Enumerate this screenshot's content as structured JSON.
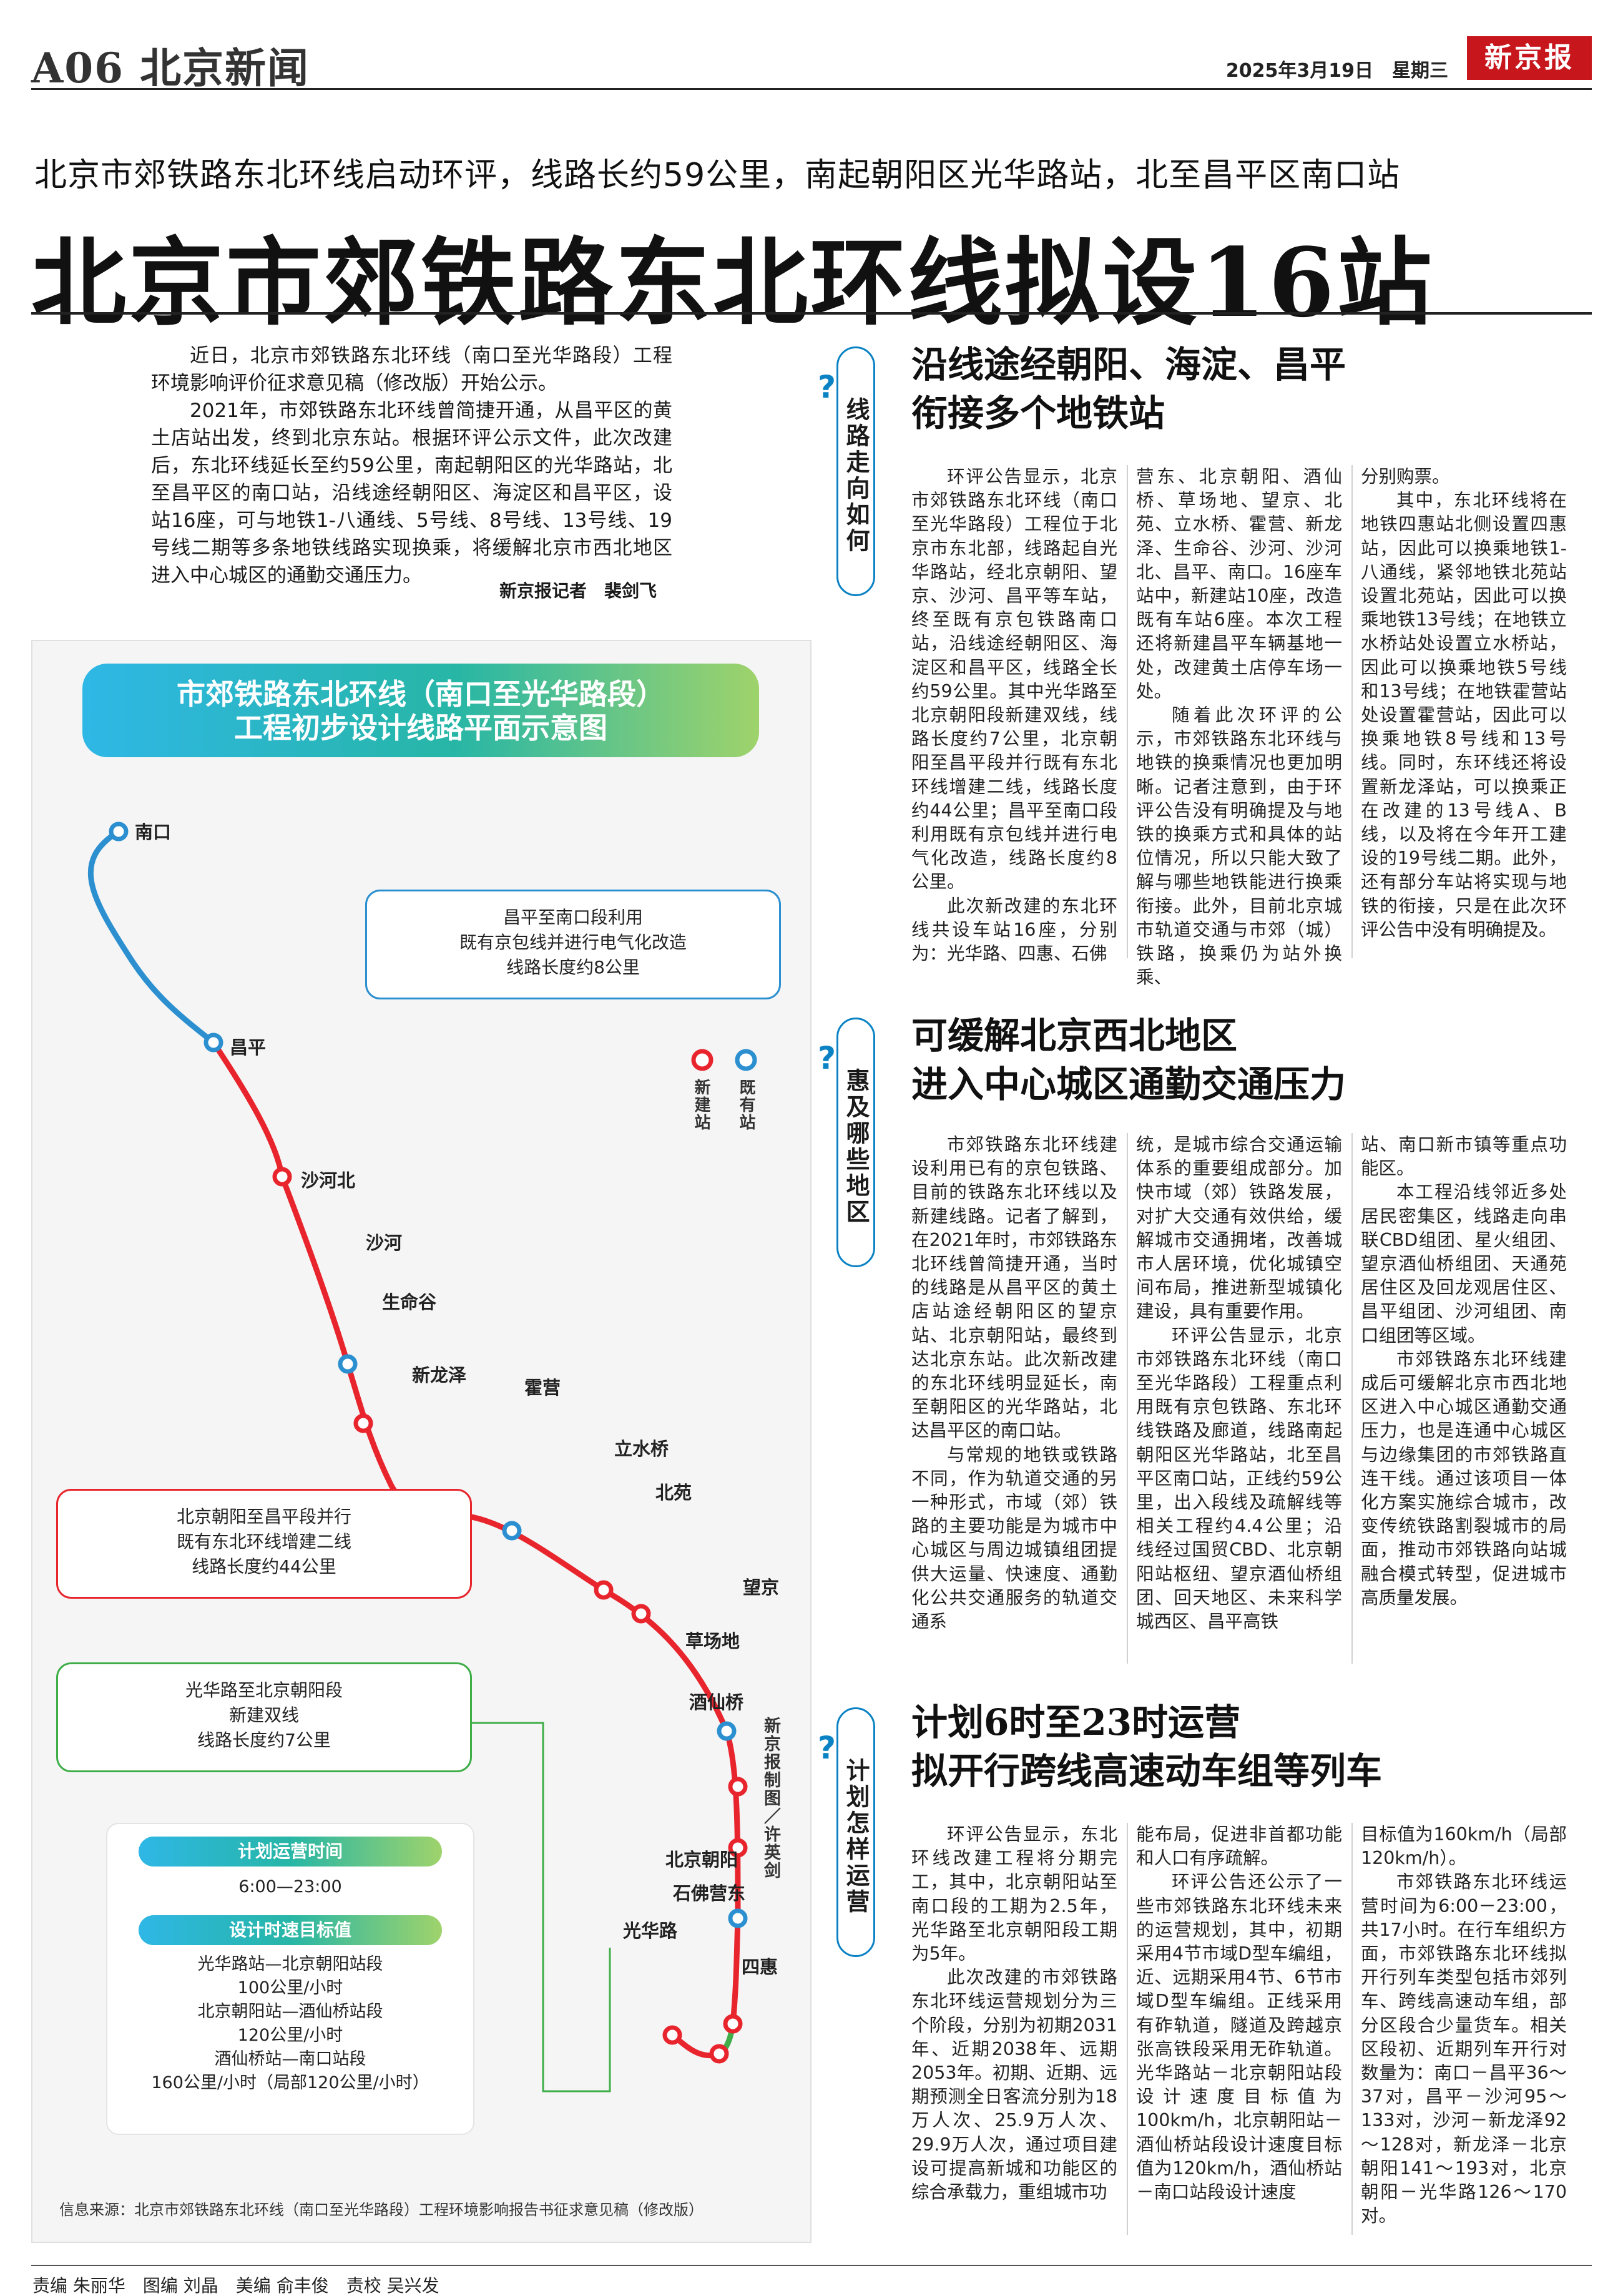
{
  "header": {
    "page": "A06 北京新闻",
    "date": "2025年3月19日　星期三",
    "brand": "新京报"
  },
  "headline": {
    "sub": "北京市郊铁路东北环线启动环评，线路长约59公里，南起朝阳区光华路站，北至昌平区南口站",
    "main": "北京市郊铁路东北环线拟设16站"
  },
  "intro": {
    "paragraphs": [
      "近日，北京市郊铁路东北环线（南口至光华路段）工程环境影响评价征求意见稿（修改版）开始公示。",
      "2021年，市郊铁路东北环线曾简捷开通，从昌平区的黄土店站出发，终到北京东站。根据环评公示文件，此次改建后，东北环线延长至约59公里，南起朝阳区的光华路站，北至昌平区的南口站，沿线途经朝阳区、海淀区和昌平区，设站16座，可与地铁1-八通线、5号线、8号线、13号线、19号线二期等多条地铁线路实现换乘，将缓解北京市西北地区进入中心城区的通勤交通压力。"
    ],
    "byline": "新京报记者　裴剑飞"
  },
  "map": {
    "banner_line1": "市郊铁路东北环线（南口至光华路段）",
    "banner_line2": "工程初步设计线路平面示意图",
    "colors": {
      "new": "#e8242d",
      "existing": "#2b8fd0",
      "double": "#3fae49"
    },
    "legend": {
      "new": "新建站",
      "existing": "既有站"
    },
    "stations": {
      "nankou": "南口",
      "changping": "昌平",
      "shahebei": "沙河北",
      "shahe": "沙河",
      "shengmingu": "生命谷",
      "xinlongze": "新龙泽",
      "huoying": "霍营",
      "lishuiqiao": "立水桥",
      "beiyuan": "北苑",
      "wangjing": "望京",
      "caochangdi": "草场地",
      "jiuxianqiao": "酒仙桥",
      "beijingchaoyang": "北京朝阳",
      "shifoying": "石佛营东",
      "guanghualu": "光华路",
      "sihui": "四惠"
    },
    "callouts": {
      "c1": [
        "昌平至南口段利用",
        "既有京包线并进行电气化改造",
        "线路长度约8公里"
      ],
      "c2": [
        "北京朝阳至昌平段并行",
        "既有东北环线增建二线",
        "线路长度约44公里"
      ],
      "c3": [
        "光华路至北京朝阳段",
        "新建双线",
        "线路长度约7公里"
      ]
    },
    "ops": {
      "hours_title": "计划运营时间",
      "hours": "6:00—23:00",
      "speed_title": "设计时速目标值",
      "speeds": [
        "光华路站—北京朝阳站段",
        "100公里/小时",
        "北京朝阳站—酒仙桥站段",
        "120公里/小时",
        "酒仙桥站—南口站段",
        "160公里/小时（局部120公里/小时）"
      ]
    },
    "credit": "新京报制图／许英剑",
    "source": "信息来源：北京市郊铁路东北环线（南口至光华路段）工程环境影响报告书征求意见稿（修改版）"
  },
  "sections": [
    {
      "tag": "线路走向如何",
      "head1": "沿线途经朝阳、海淀、昌平",
      "head2": "衔接多个地铁站",
      "cols": [
        [
          "环评公告显示，北京市郊铁路东北环线（南口至光华路段）工程位于北京市东北部，线路起自光华路站，经北京朝阳、望京、沙河、昌平等车站，终至既有京包铁路南口站，沿线途经朝阳区、海淀区和昌平区，线路全长约59公里。其中光华路至北京朝阳段新建双线，线路长度约7公里，北京朝阳至昌平段并行既有东北环线增建二线，线路长度约44公里；昌平至南口段利用既有京包线并进行电气化改造，线路长度约8公里。",
          "此次新改建的东北环线共设车站16座，分别为：光华路、四惠、石佛"
        ],
        [
          "营东、北京朝阳、酒仙桥、草场地、望京、北苑、立水桥、霍营、新龙泽、生命谷、沙河、沙河北、昌平、南口。16座车站中，新建站10座，改造既有车站6座。本次工程还将新建昌平车辆基地一处，改建黄土店停车场一处。",
          "随着此次环评的公示，市郊铁路东北环线与地铁的换乘情况也更加明晰。记者注意到，由于环评公告没有明确提及与地铁的换乘方式和具体的站位情况，所以只能大致了解与哪些地铁能进行换乘衔接。此外，目前北京城市轨道交通与市郊（城）铁路，换乘仍为站外换乘、"
        ],
        [
          "分别购票。",
          "其中，东北环线将在地铁四惠站北侧设置四惠站，因此可以换乘地铁1-八通线，紧邻地铁北苑站设置北苑站，因此可以换乘地铁13号线；在地铁立水桥站处设置立水桥站，因此可以换乘地铁5号线和13号线；在地铁霍营站处设置霍营站，因此可以换乘地铁8号线和13号线。同时，东环线还将设置新龙泽站，可以换乘正在改建的13号线A、B线，以及将在今年开工建设的19号线二期。此外，还有部分车站将实现与地铁的衔接，只是在此次环评公告中没有明确提及。"
        ]
      ]
    },
    {
      "tag": "惠及哪些地区",
      "head1": "可缓解北京西北地区",
      "head2": "进入中心城区通勤交通压力",
      "cols": [
        [
          "市郊铁路东北环线建设利用已有的京包铁路、目前的铁路东北环线以及新建线路。记者了解到，在2021年时，市郊铁路东北环线曾简捷开通，当时的线路是从昌平区的黄土店站途经朝阳区的望京站、北京朝阳站，最终到达北京东站。此次新改建的东北环线明显延长，南至朝阳区的光华路站，北达昌平区的南口站。",
          "与常规的地铁或铁路不同，作为轨道交通的另一种形式，市域（郊）铁路的主要功能是为城市中心城区与周边城镇组团提供大运量、快速度、通勤化公共交通服务的轨道交通系"
        ],
        [
          "统，是城市综合交通运输体系的重要组成部分。加快市域（郊）铁路发展，对扩大交通有效供给，缓解城市交通拥堵，改善城市人居环境，优化城镇空间布局，推进新型城镇化建设，具有重要作用。",
          "环评公告显示，北京市郊铁路东北环线（南口至光华路段）工程重点利用既有京包铁路、东北环线铁路及廊道，线路南起朝阳区光华路站，北至昌平区南口站，正线约59公里，出入段线及疏解线等相关工程约4.4公里；沿线经过国贸CBD、北京朝阳站枢纽、望京酒仙桥组团、回天地区、未来科学城西区、昌平高铁"
        ],
        [
          "站、南口新市镇等重点功能区。",
          "本工程沿线邻近多处居民密集区，线路走向串联CBD组团、星火组团、望京酒仙桥组团、天通苑居住区及回龙观居住区、昌平组团、沙河组团、南口组团等区域。",
          "市郊铁路东北环线建成后可缓解北京市西北地区进入中心城区通勤交通压力，也是连通中心城区与边缘集团的市郊铁路直连干线。通过该项目一体化方案实施综合城市，改变传统铁路割裂城市的局面，推动市郊铁路向站城融合模式转型，促进城市高质量发展。"
        ]
      ]
    },
    {
      "tag": "计划怎样运营",
      "head1": "计划6时至23时运营",
      "head2": "拟开行跨线高速动车组等列车",
      "cols": [
        [
          "环评公告显示，东北环线改建工程将分期完工，其中，北京朝阳站至南口段的工期为2.5年，光华路至北京朝阳段工期为5年。",
          "此次改建的市郊铁路东北环线运营规划分为三个阶段，分别为初期2031年、近期2038年、远期2053年。初期、近期、远期预测全日客流分别为18万人次、25.9万人次、29.9万人次，通过项目建设可提高新城和功能区的综合承载力，重组城市功"
        ],
        [
          "能布局，促进非首都功能和人口有序疏解。",
          "环评公告还公示了一些市郊铁路东北环线未来的运营规划，其中，初期采用4节市域D型车编组，近、远期采用4节、6节市域D型车编组。正线采用有砟轨道，隧道及跨越京张高铁段采用无砟轨道。光华路站－北京朝阳站段设计速度目标值为100km/h，北京朝阳站－酒仙桥站段设计速度目标值为120km/h，酒仙桥站－南口站段设计速度"
        ],
        [
          "目标值为160km/h（局部120km/h）。",
          "市郊铁路东北环线运营时间为6:00－23:00，共17小时。在行车组织方面，市郊铁路东北环线拟开行列车类型包括市郊列车、跨线高速动车组，部分区段合少量货车。相关区段初、近期列车开行对数量为：南口－昌平36～37对，昌平－沙河95～133对，沙河－新龙泽92～128对，新龙泽－北京朝阳141～193对，北京朝阳－光华路126～170对。"
        ]
      ]
    }
  ],
  "footer": "责编 朱丽华　图编 刘晶　美编 俞丰俊　责校 吴兴发"
}
